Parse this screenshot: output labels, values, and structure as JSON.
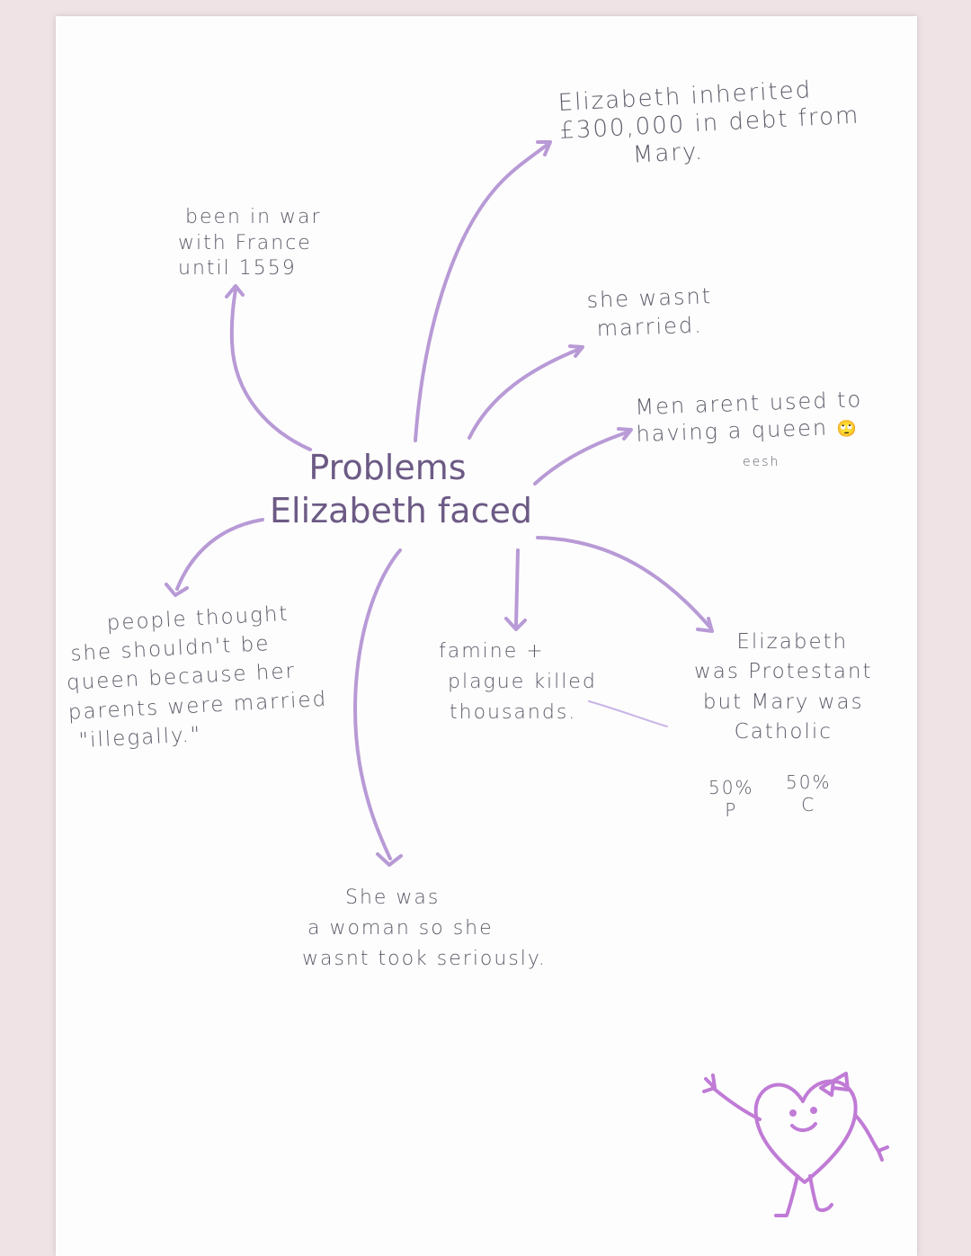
{
  "center": {
    "line1": "Problems",
    "line2": "Elizabeth faced"
  },
  "nodes": {
    "debt": [
      "Elizabeth inherited",
      "£300,000 in debt from",
      "Mary."
    ],
    "war": [
      "been in war",
      "with France",
      "until 1559"
    ],
    "married": [
      "she wasnt",
      "married."
    ],
    "men": {
      "line1": "Men arent used to",
      "line2": "having a queen",
      "emoji": "🙄",
      "aside": "eesh"
    },
    "illegal": [
      "people thought",
      "she shouldn't be",
      "queen because her",
      "parents were married",
      "\"illegally.\""
    ],
    "famine": [
      "famine +",
      "plague killed",
      "thousands."
    ],
    "religion": {
      "lines": [
        "Elizabeth",
        "was Protestant",
        "but Mary was",
        "Catholic"
      ],
      "split": [
        {
          "pct": "50%",
          "letter": "P"
        },
        {
          "pct": "50%",
          "letter": "C"
        }
      ]
    },
    "woman": [
      "She was",
      "a woman so she",
      "wasnt took seriously."
    ]
  },
  "colors": {
    "arrow": "#b89ad6",
    "arrow_light": "#c9b4e6",
    "doodle": "#c07bd6",
    "text": "#5d5d6b",
    "title": "#6c5a85"
  }
}
